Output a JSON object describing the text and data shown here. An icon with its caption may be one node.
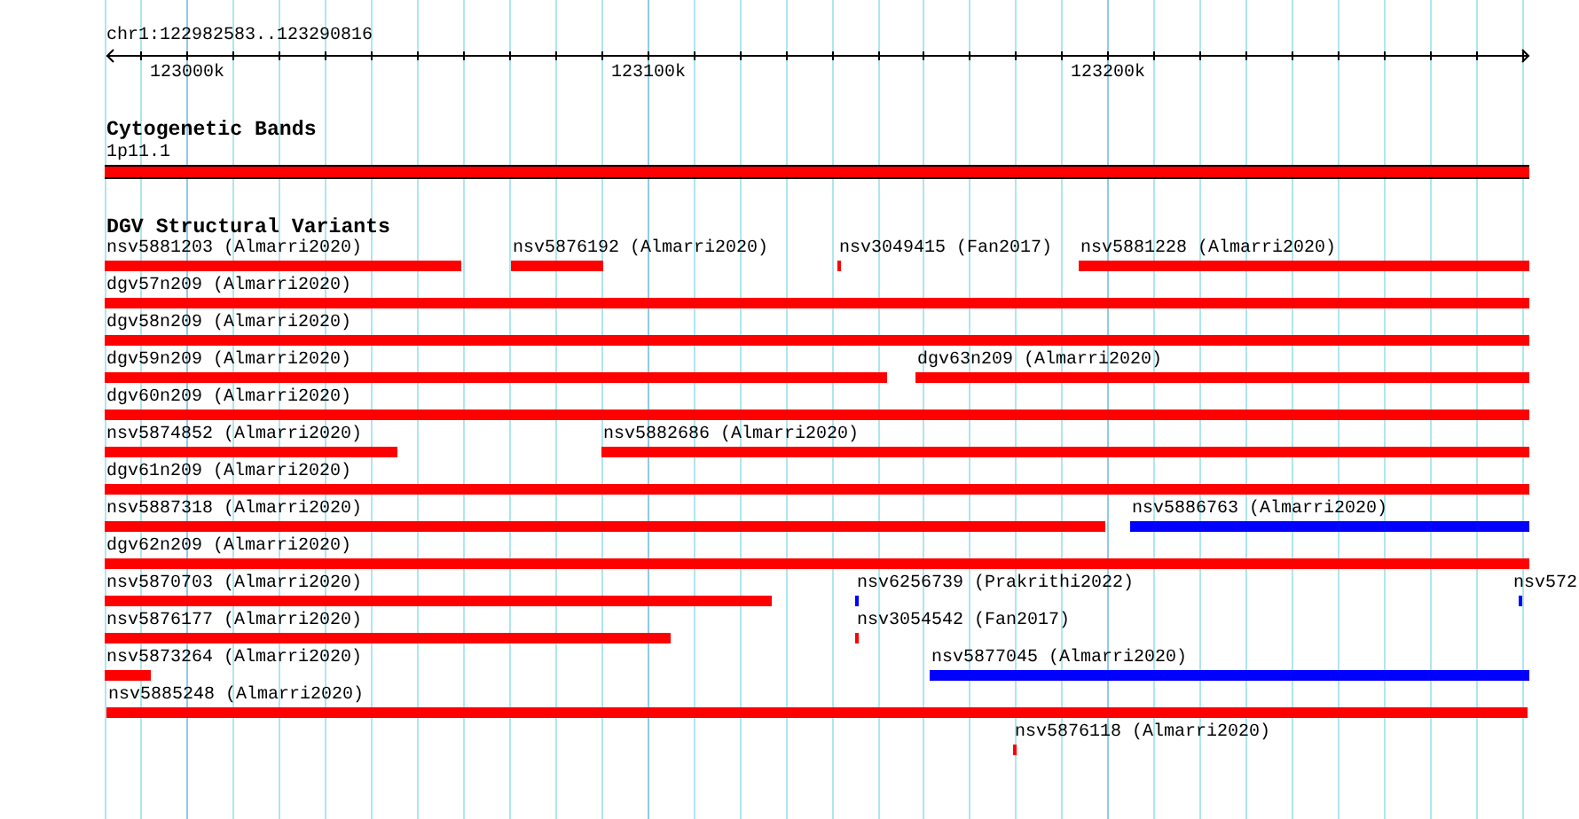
{
  "diagram": {
    "nodes": [
      {
        "text": [
          "1p11.1"
        ]
      },
      {
        "text": [
          "nsv5881203 (Almarri2020)"
        ]
      },
      {
        "text": [
          "nsv5876192 (Almarri2020)"
        ]
      },
      {
        "text": [
          "nsv3049415 (Fan2017)"
        ]
      },
      {
        "text": [
          "nsv5881228 (Almarri2020)"
        ]
      },
      {
        "text": [
          "dgv57n209 (Almarri2020)"
        ]
      },
      {
        "text": [
          "dgv58n209 (Almarri2020)"
        ]
      },
      {
        "text": [
          "dgv59n209 (Almarri2020)"
        ]
      },
      {
        "text": [
          "dgv63n209 (Almarri2020)"
        ]
      },
      {
        "text": [
          "dgv60n209 (Almarri2020)"
        ]
      },
      {
        "text": [
          "nsv5874852 (Almarri2020)"
        ]
      },
      {
        "text": [
          "nsv5882686 (Almarri2020)"
        ]
      },
      {
        "text": [
          "dgv61n209 (Almarri2020)"
        ]
      },
      {
        "text": [
          "nsv5887318 (Almarri2020)"
        ]
      },
      {
        "text": [
          "nsv5886763 (Almarri2020)"
        ]
      },
      {
        "text": [
          "dgv62n209 (Almarri2020)"
        ]
      },
      {
        "text": [
          "nsv5870703 (Almarri2020)"
        ]
      },
      {
        "text": [
          "nsv6256739 (Prakrithi2022)"
        ]
      },
      {
        "text": [
          "nsv572"
        ]
      },
      {
        "text": [
          "nsv5876177 (Almarri2020)"
        ]
      },
      {
        "text": [
          "nsv3054542 (Fan2017)"
        ]
      },
      {
        "text": [
          "nsv5873264 (Almarri2020)"
        ]
      },
      {
        "text": [
          "nsv5877045 (Almarri2020)"
        ]
      },
      {
        "text": [
          "nsv5885248 (Almarri2020)"
        ]
      },
      {
        "text": [
          "nsv5876118 (Almarri2020)"
        ]
      }
    ],
    "labels": [
      "chr1:122982583..123290816",
      "123000k",
      "123100k",
      "123200k",
      "Cytogenetic Bands",
      "DGV Structural Variants"
    ]
  }
}
